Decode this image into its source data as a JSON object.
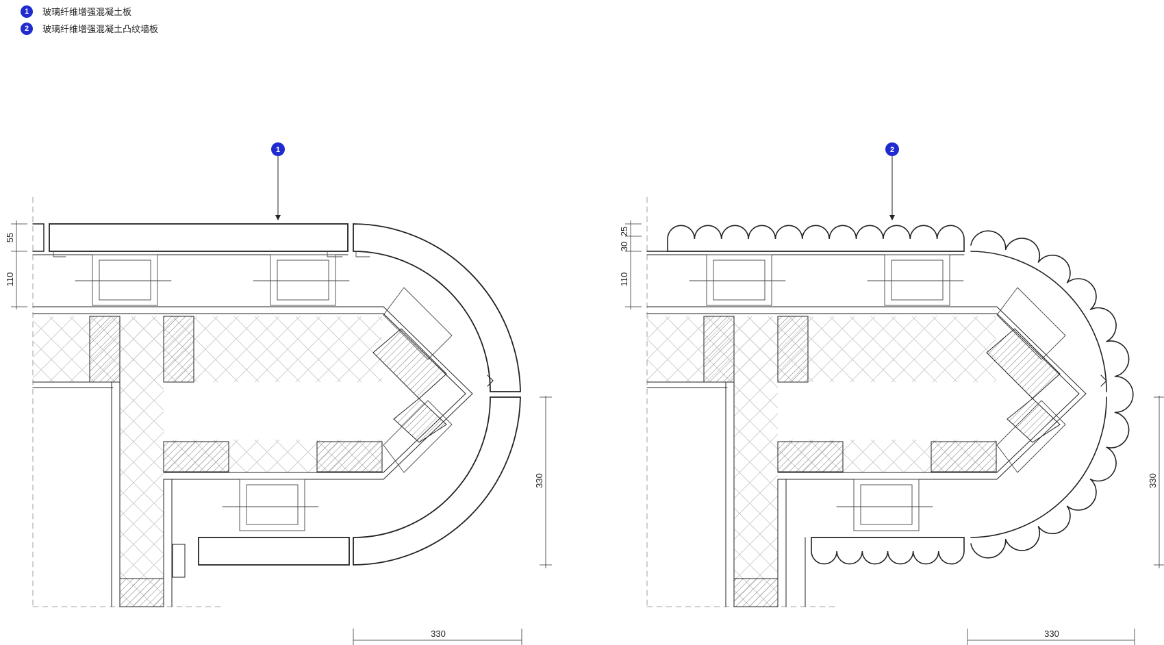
{
  "legend": [
    {
      "number": "1",
      "label": "玻璃纤维增强混凝土板"
    },
    {
      "number": "2",
      "label": "玻璃纤维增强混凝土凸纹墙板"
    }
  ],
  "details": [
    {
      "callout": "1",
      "dims_left": [
        "55",
        "110"
      ],
      "dim_right": "330",
      "dim_bottom": "330"
    },
    {
      "callout": "2",
      "dims_left": [
        "30",
        "25",
        "110"
      ],
      "dim_right": "330",
      "dim_bottom": "330"
    }
  ],
  "colors": {
    "accent": "#1f2bd0",
    "line": "#222222"
  }
}
